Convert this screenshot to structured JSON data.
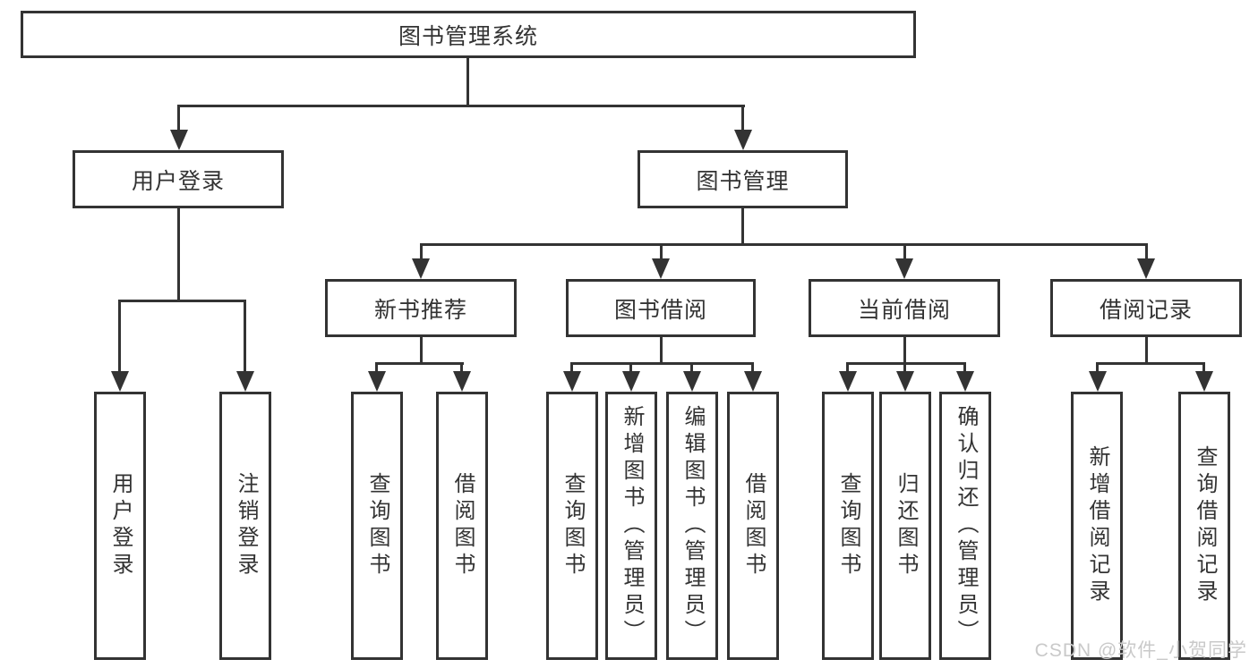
{
  "tree": {
    "root": {
      "label": "图书管理系统"
    },
    "branches": [
      {
        "label": "用户登录",
        "children": [
          {
            "label": "用户登录"
          },
          {
            "label": "注销登录"
          }
        ]
      },
      {
        "label": "图书管理",
        "children": [
          {
            "label": "新书推荐",
            "children": [
              {
                "label": "查询图书"
              },
              {
                "label": "借阅图书"
              }
            ]
          },
          {
            "label": "图书借阅",
            "children": [
              {
                "label": "查询图书"
              },
              {
                "label": "新增图书（管理员）"
              },
              {
                "label": "编辑图书（管理员）"
              },
              {
                "label": "借阅图书"
              }
            ]
          },
          {
            "label": "当前借阅",
            "children": [
              {
                "label": "查询图书"
              },
              {
                "label": "归还图书"
              },
              {
                "label": "确认归还（管理员）"
              }
            ]
          },
          {
            "label": "借阅记录",
            "children": [
              {
                "label": "新增借阅记录"
              },
              {
                "label": "查询借阅记录"
              }
            ]
          }
        ]
      }
    ]
  },
  "watermark": "CSDN @软件_小贺同学",
  "colors": {
    "line": "#333333",
    "text": "#333333",
    "background": "#ffffff",
    "watermark": "#c9c9c9"
  }
}
